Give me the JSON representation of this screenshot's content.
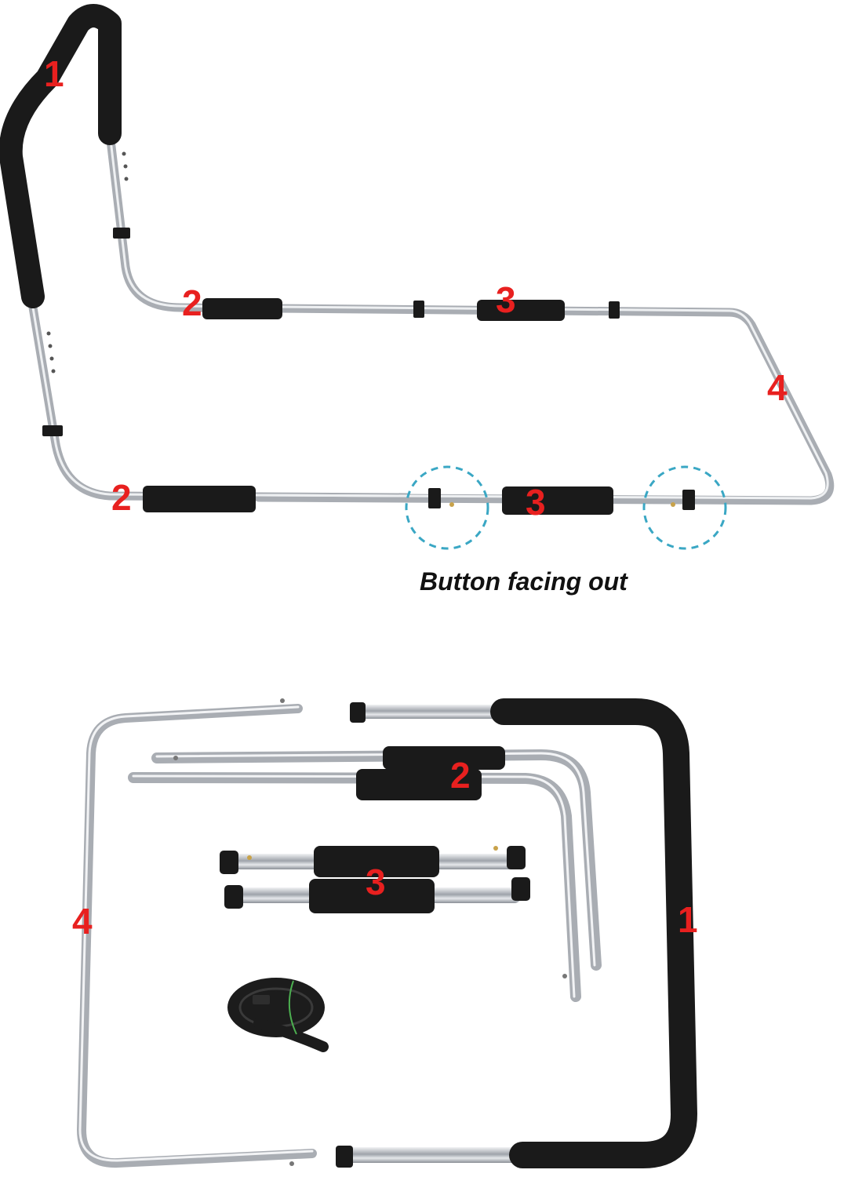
{
  "colors": {
    "label": "#e8201f",
    "foam": "#1a1a1a",
    "chrome": "#c9ccd1",
    "callout": "#3aa7c4",
    "caption": "#111111"
  },
  "assembled": {
    "labels": [
      "1",
      "2",
      "3",
      "2",
      "3",
      "4"
    ],
    "caption": "Button facing out"
  },
  "parts": {
    "labels": [
      "2",
      "3",
      "4",
      "1"
    ]
  }
}
